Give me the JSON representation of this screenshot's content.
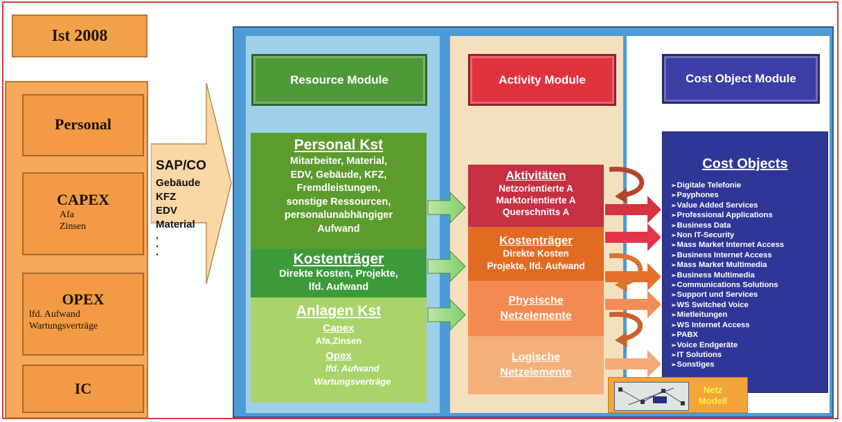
{
  "left": {
    "ist_title": "Ist 2008",
    "personal": "Personal",
    "capex": {
      "title": "CAPEX",
      "lines": [
        "Afa",
        "Zinsen"
      ]
    },
    "opex": {
      "title": "OPEX",
      "lines": [
        "lfd. Aufwand",
        "Wartungsverträge"
      ]
    },
    "ic": "IC"
  },
  "sap": {
    "title": "SAP/CO",
    "items": [
      "Gebäude",
      "KFZ",
      "EDV",
      "Material",
      ".",
      ".",
      "."
    ]
  },
  "modules": {
    "resource": "Resource Module",
    "activity": "Activity Module",
    "cost_object": "Cost Object Module"
  },
  "resource": {
    "personal_kst": {
      "title": "Personal Kst",
      "text": [
        "Mitarbeiter, Material,",
        "EDV, Gebäude, KFZ,",
        "Fremdleistungen,",
        "sonstige Ressourcen,",
        "personalunabhängiger",
        "Aufwand"
      ]
    },
    "kostentraeger": {
      "title": "Kostenträger",
      "text": [
        "Direkte Kosten, Projekte,",
        "lfd. Aufwand"
      ]
    },
    "anlagen_kst": {
      "title": "Anlagen Kst",
      "capex": "Capex",
      "capex_text": "Afa,Zinsen",
      "opex": "Opex",
      "opex_text": [
        "lfd. Aufwand",
        "Wartungsverträge"
      ]
    }
  },
  "activity": {
    "aktivitaeten": {
      "title": "Aktivitäten",
      "text": [
        "Netzorientierte A",
        "Marktorientierte A",
        "Querschnitts A"
      ]
    },
    "kostentraeger": {
      "title": "Kostenträger",
      "text": [
        "Direkte Kosten",
        "Projekte, lfd. Aufwand"
      ]
    },
    "physische": {
      "text": [
        "Physische",
        "Netzelemente"
      ]
    },
    "logische": {
      "text": [
        "Logische",
        "Netzelemente"
      ]
    }
  },
  "cost_objects": {
    "title": "Cost Objects",
    "items": [
      "Digitale Telefonie",
      "Payphones",
      "Value Added Services",
      "Professional Applications",
      "Business Data",
      "Non IT-Security",
      "Mass Market Internet Access",
      "Business Internet Access",
      "Mass Market Multimedia",
      "Business Multimedia",
      "Communications Solutions",
      "Support und Services",
      "WS Switched Voice",
      "Mietleitungen",
      "WS Internet Access",
      "PABX",
      "Voice Endgeräte",
      "IT Solutions",
      "Sonstiges"
    ]
  },
  "netz_modell": [
    "Netz",
    "Modell"
  ],
  "colors": {
    "frame": "#d43a3a",
    "orange": "#f29a45",
    "resource": "#4e9a3a",
    "activity": "#e03340",
    "cost_object": "#3b3fa3"
  }
}
